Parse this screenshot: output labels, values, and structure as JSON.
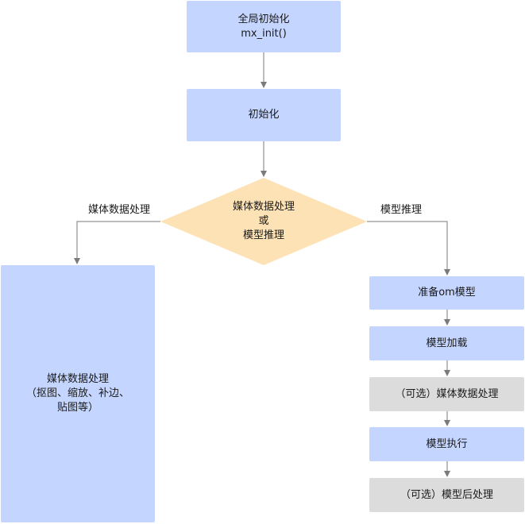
{
  "nodes": {
    "global_init": {
      "line1": "全局初始化",
      "line2": "mx_init()"
    },
    "init": {
      "label": "初始化"
    },
    "decision": {
      "line1": "媒体数据处理",
      "line2": "或",
      "line3": "模型推理"
    },
    "media": {
      "line1": "媒体数据处理",
      "line2": "（抠图、缩放、补边、",
      "line3": "贴图等）"
    },
    "prepare_om": {
      "label": "准备om模型"
    },
    "load_model": {
      "label": "模型加载"
    },
    "optional_media": {
      "label": "（可选）媒体数据处理"
    },
    "exec_model": {
      "label": "模型执行"
    },
    "optional_post": {
      "label": "（可选）模型后处理"
    }
  },
  "edge_labels": {
    "left": "媒体数据处理",
    "right": "模型推理"
  },
  "colors": {
    "box_blue": "#c4d5ff",
    "box_grey": "#dcdcdc",
    "diamond": "#fde2b5",
    "line": "#7a7a7a"
  }
}
